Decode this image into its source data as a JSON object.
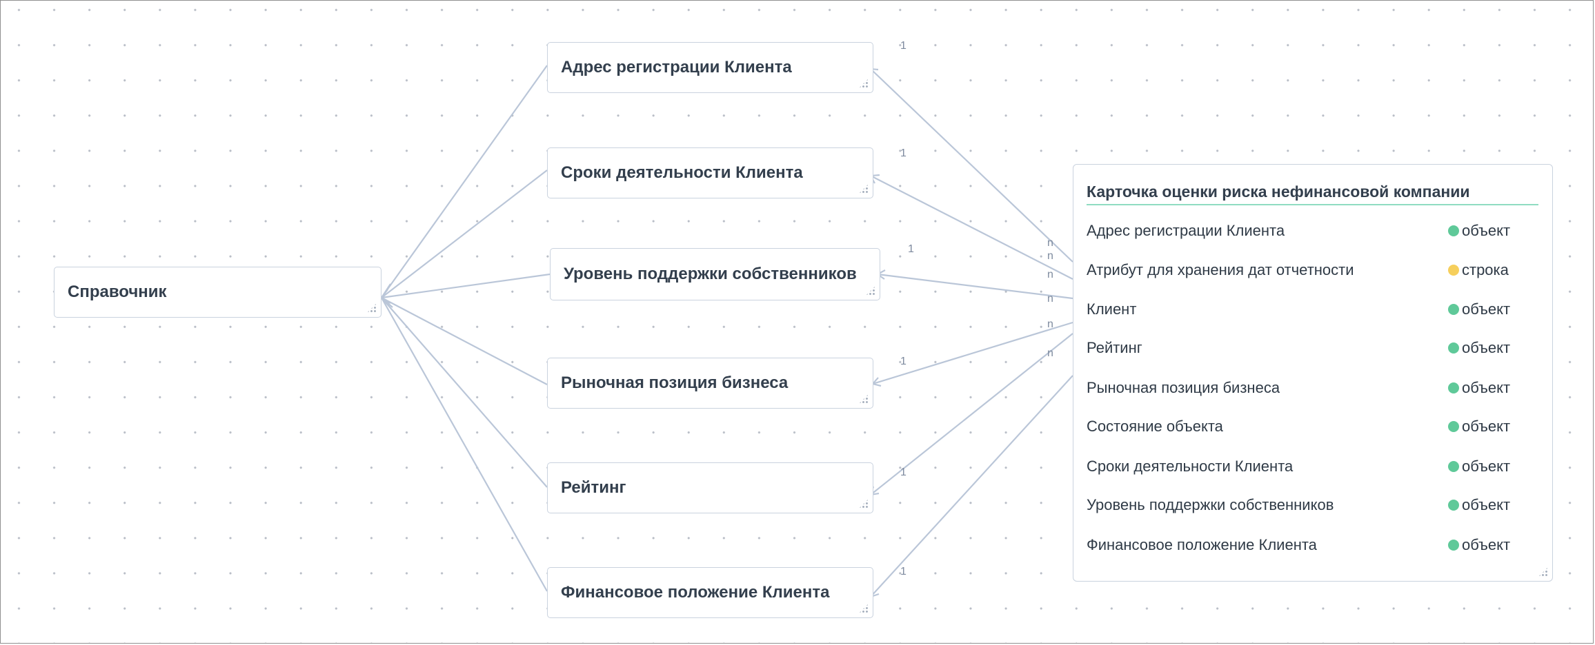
{
  "nodes": {
    "spravochnik": "Справочник",
    "adres": "Адрес регистрации Клиента",
    "sroki": "Сроки деятельности Клиента",
    "uroven": "Уровень поддержки собственников",
    "rynochnaya": "Рыночная позиция бизнеса",
    "reyting": "Рейтинг",
    "finansovoe": "Финансовое положение Клиента"
  },
  "cardinality": {
    "one": "1",
    "many": "n"
  },
  "entity": {
    "title": "Карточка оценки риска нефинансовой компании",
    "attributes": [
      {
        "name": "Адрес регистрации Клиента",
        "type": "объект",
        "color": "#5fc999"
      },
      {
        "name": "Атрибут для хранения дат отчетности",
        "type": "строка",
        "color": "#f6cf5c"
      },
      {
        "name": "Клиент",
        "type": "объект",
        "color": "#5fc999"
      },
      {
        "name": "Рейтинг",
        "type": "объект",
        "color": "#5fc999"
      },
      {
        "name": "Рыночная позиция бизнеса",
        "type": "объект",
        "color": "#5fc999"
      },
      {
        "name": "Состояние объекта",
        "type": "объект",
        "color": "#5fc999"
      },
      {
        "name": "Сроки деятельности Клиента",
        "type": "объект",
        "color": "#5fc999"
      },
      {
        "name": "Уровень поддержки собственников",
        "type": "объект",
        "color": "#5fc999"
      },
      {
        "name": "Финансовое положение Клиента",
        "type": "объект",
        "color": "#5fc999"
      }
    ]
  },
  "colors": {
    "edge": "#bac6d8",
    "object_type": "#5fc999",
    "string_type": "#f6cf5c",
    "title_underline": "#8fdcc1"
  }
}
